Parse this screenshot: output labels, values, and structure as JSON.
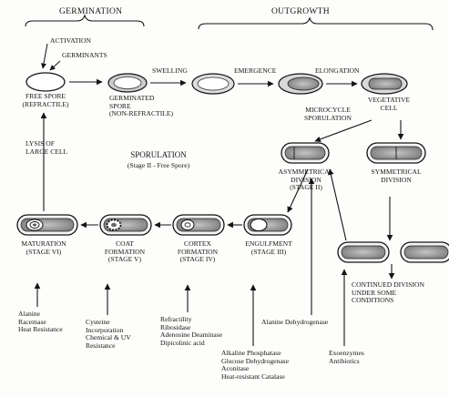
{
  "headings": {
    "germination": "GERMINATION",
    "outgrowth": "OUTGROWTH",
    "sporulation_title": "SPORULATION",
    "sporulation_subtitle": "(Stage II - Free Spore)"
  },
  "inputs": {
    "activation": "ACTIVATION",
    "germinants": "GERMINANTS"
  },
  "transitions": {
    "swelling": "SWELLING",
    "emergence": "EMERGENCE",
    "elongation": "ELONGATION",
    "microcycle_line1": "MICROCYCLE",
    "microcycle_line2": "SPORULATION",
    "lysis_line1": "LYSIS OF",
    "lysis_line2": "LARGE CELL"
  },
  "stages": {
    "free_spore": [
      "FREE SPORE",
      "(REFRACTILE)"
    ],
    "germinated_spore": [
      "GERMINATED",
      "SPORE",
      "(NON-REFRACTILE)"
    ],
    "vegetative_cell": [
      "VEGETATIVE",
      "CELL"
    ],
    "asymmetrical_division": [
      "ASYMMETRICAL",
      "DIVISION",
      "(STAGE II)"
    ],
    "symmetrical_division": [
      "SYMMETRICAL",
      "DIVISION"
    ],
    "maturation": [
      "MATURATION",
      "(STAGE VI)"
    ],
    "coat_formation": [
      "COAT",
      "FORMATION",
      "(STAGE V)"
    ],
    "cortex_formation": [
      "CORTEX",
      "FORMATION",
      "(STAGE IV)"
    ],
    "engulfment": [
      "ENGULFMENT",
      "(STAGE III)"
    ],
    "continued_division": [
      "CONTINUED DIVISION",
      "UNDER SOME",
      "CONDITIONS"
    ]
  },
  "markers": {
    "maturation": [
      "Alanine",
      "Racemase",
      "Heat Resistance"
    ],
    "coat_formation": [
      "Cysteine",
      "Incorporation",
      "Chemical & UV",
      "Resistance"
    ],
    "cortex_formation": [
      "Refractility",
      "Ribosidase",
      "Adenosine Deaminase",
      "Dipicolinic acid"
    ],
    "engulfment": [
      "Alkaline Phosphatase",
      "Glucose Dehydrogenase",
      "Aconitase",
      "Heat-resistant Catalase"
    ],
    "asymmetrical_division": [
      "Alanine Dehydrogenase"
    ],
    "vegetative": [
      "Exoenzymes",
      "Antibiotics"
    ]
  },
  "colors": {
    "ink": "#141414",
    "cell_fill": "#9a9a9a",
    "cell_outline": "#1a1a1a",
    "spore_fill": "#ffffff"
  }
}
